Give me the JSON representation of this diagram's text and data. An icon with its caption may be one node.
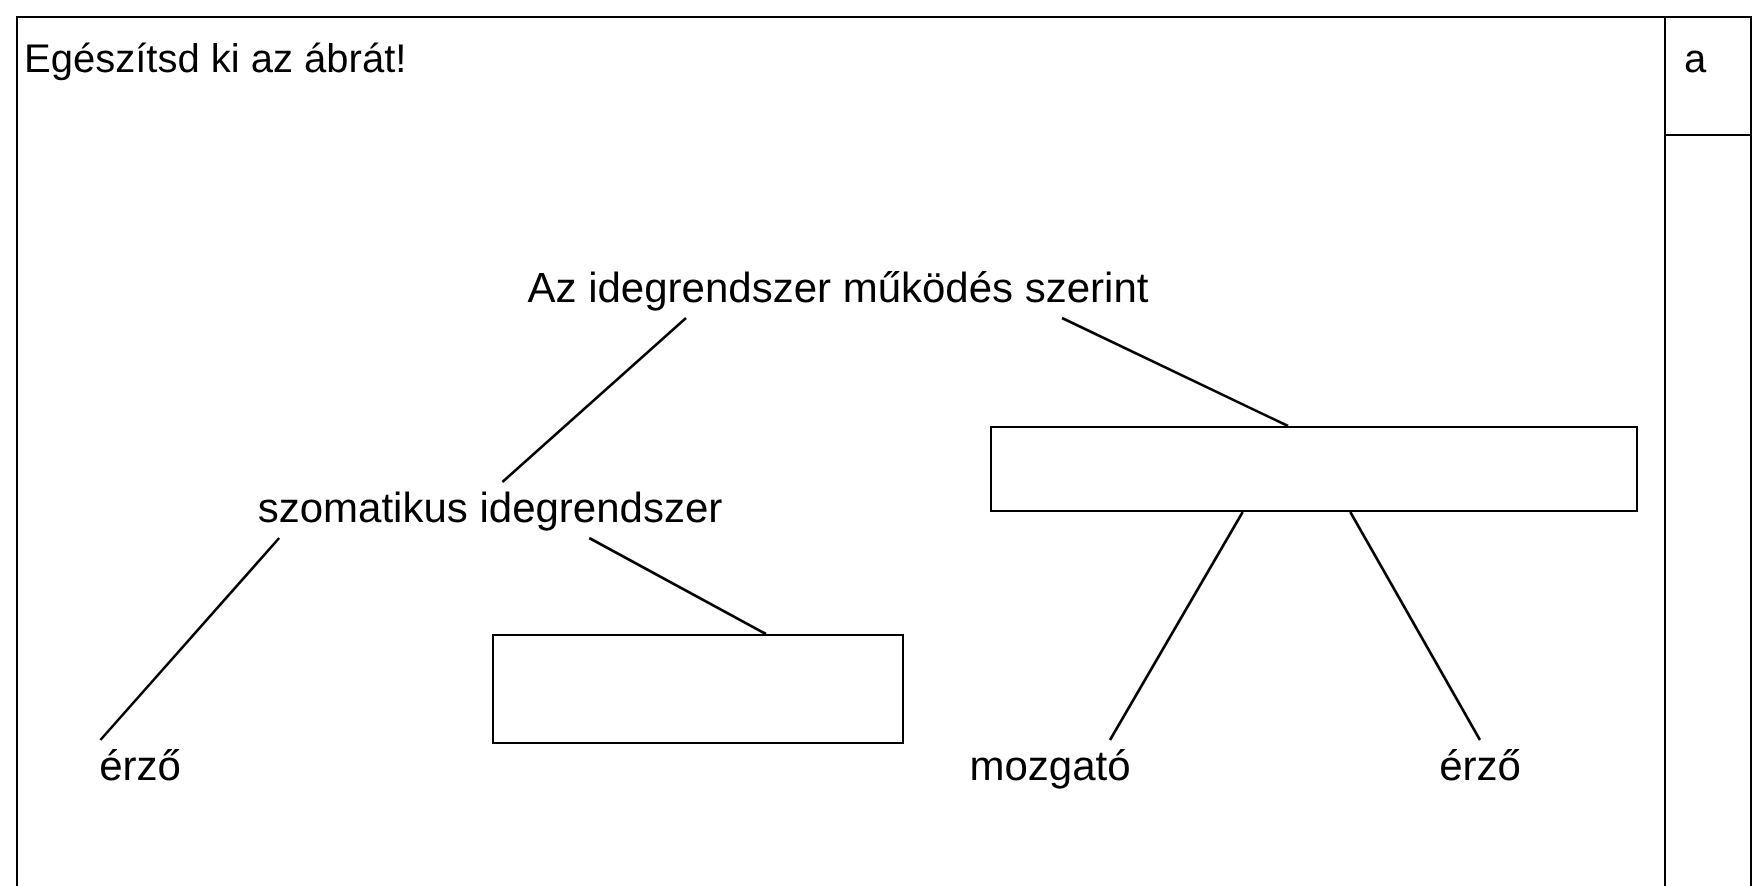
{
  "diagram": {
    "title": "Egészítsd ki az ábrát!",
    "nodes": [
      {
        "text": [
          "Az idegrendszer működés szerint"
        ]
      },
      {
        "text": [
          "szomatikus idegrendszer"
        ]
      },
      {
        "text": [],
        "shape": "box"
      },
      {
        "text": [
          "érző"
        ]
      },
      {
        "text": [],
        "shape": "box"
      },
      {
        "text": [
          "mozgató"
        ]
      },
      {
        "text": [
          "érző"
        ]
      }
    ],
    "edges": [
      {
        "from": 0,
        "to": 1,
        "arrow": "none"
      },
      {
        "from": 0,
        "to": 2,
        "arrow": "none"
      },
      {
        "from": 1,
        "to": 3,
        "arrow": "none"
      },
      {
        "from": 1,
        "to": 4,
        "arrow": "none"
      },
      {
        "from": 2,
        "to": 5,
        "arrow": "none"
      },
      {
        "from": 2,
        "to": 6,
        "arrow": "none"
      }
    ],
    "labels": [
      "a"
    ]
  }
}
